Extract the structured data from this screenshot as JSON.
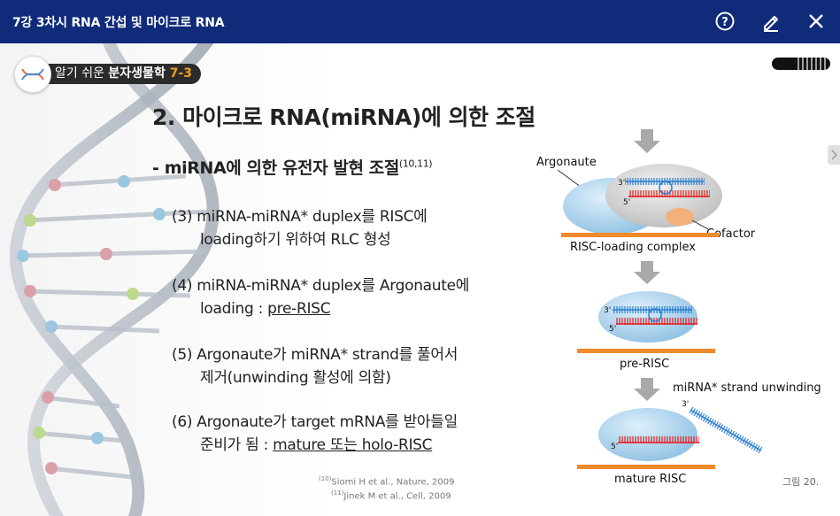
{
  "window": {
    "title": "7강 3차시 RNA 간섭 및 마이크로 RNA"
  },
  "toolbar": {
    "help_icon": "question-circle-icon",
    "edit_icon": "pencil-icon",
    "close_icon": "close-icon"
  },
  "badge": {
    "prefix": "알기 쉬운 ",
    "subject": "분자생물학",
    "number": " 7-3"
  },
  "slide": {
    "heading": "2. 마이크로 RNA(miRNA)에 의한 조절",
    "subheading": "- miRNA에 의한 유전자 발현 조절",
    "subheading_ref": "(10,11)",
    "items": [
      {
        "line1": "(3) miRNA-miRNA* duplex를 RISC에",
        "line2": "loading하기 위하여 RLC 형성",
        "underline": ""
      },
      {
        "line1": "(4) miRNA-miRNA* duplex를 Argonaute에",
        "line2": "loading : ",
        "underline": "pre-RISC"
      },
      {
        "line1": "(5) Argonaute가 miRNA* strand를 풀어서",
        "line2": "제거(unwinding 활성에 의함)",
        "underline": ""
      },
      {
        "line1": "(6) Argonaute가 target mRNA를 받아들일",
        "line2": "준비가 됨 : ",
        "underline": "mature 또는 holo-RISC"
      }
    ],
    "citations": [
      {
        "sup": "(10)",
        "text": "Siomi H et al., Nature, 2009"
      },
      {
        "sup": "(11)",
        "text": "Jinek M et al., Cell, 2009"
      }
    ],
    "figure_label": "그림 20."
  },
  "diagram": {
    "argonaute_label": "Argonaute",
    "cofactor_label": "Cofactor",
    "rlc_label": "RISC-loading complex",
    "pre_risc_label": "pre-RISC",
    "unwinding_label": "miRNA* strand unwinding",
    "mature_label": "mature RISC",
    "three_prime": "3'",
    "five_prime": "5'",
    "colors": {
      "blue_strand": "#2a7fd0",
      "red_strand": "#e02020",
      "platform": "#f08a2a",
      "cofactor": "#f4b07a",
      "arrow": "#a9a9a9"
    }
  }
}
